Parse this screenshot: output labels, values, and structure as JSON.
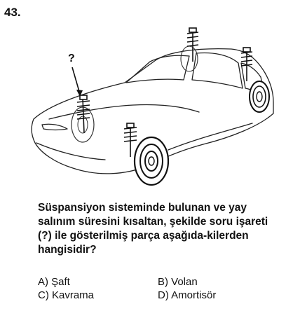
{
  "question": {
    "number": "43.",
    "marker": "?",
    "text": "Süspansiyon sisteminde bulunan ve yay salınım süresini kısaltan, şekilde soru işareti (?) ile gösterilmiş parça aşağıda-kilerden hangisidir?",
    "options": [
      {
        "label": "A) Şaft"
      },
      {
        "label": "B) Volan"
      },
      {
        "label": "C) Kavrama"
      },
      {
        "label": "D) Amortisör"
      }
    ]
  }
}
